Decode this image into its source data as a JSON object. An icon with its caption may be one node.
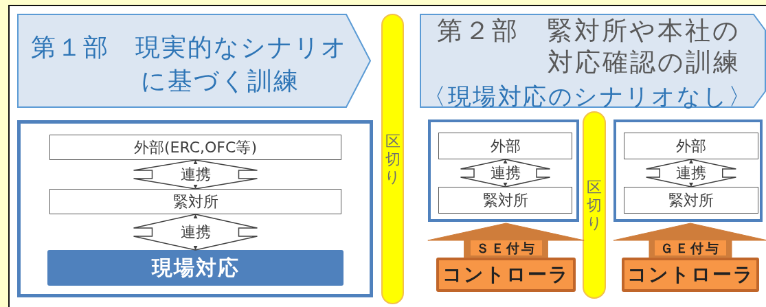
{
  "diagram": {
    "nodes": [
      {
        "text": [
          "第１部　現実的なシナリオに基づく訓練"
        ]
      },
      {
        "text": [
          "第２部　緊対所や本社の対応確認の訓練",
          "〈現場対応のシナリオなし〉"
        ]
      },
      {
        "text": [
          "区切り"
        ]
      },
      {
        "text": [],
        "shape": "box"
      },
      {
        "text": [
          "外部(ERC,OFC等)"
        ],
        "in": 3
      },
      {
        "text": [
          "緊対所"
        ],
        "in": 3
      },
      {
        "text": [
          "現場対応"
        ],
        "in": 3
      },
      {
        "text": [],
        "shape": "box"
      },
      {
        "text": [
          "外部"
        ],
        "in": 7
      },
      {
        "text": [
          "緊対所"
        ],
        "in": 7
      },
      {
        "text": [
          "区切り"
        ]
      },
      {
        "text": [],
        "shape": "box"
      },
      {
        "text": [
          "外部"
        ],
        "in": 11
      },
      {
        "text": [
          "緊対所"
        ],
        "in": 11
      },
      {
        "text": [
          "コントローラ"
        ]
      },
      {
        "text": [
          "コントローラ"
        ]
      }
    ],
    "edges": [
      {
        "from": 4,
        "to": 5,
        "arrow": "both",
        "label": "連携"
      },
      {
        "from": 5,
        "to": 6,
        "arrow": "both",
        "label": "連携"
      },
      {
        "from": 8,
        "to": 9,
        "arrow": "both",
        "label": "連携"
      },
      {
        "from": 12,
        "to": 13,
        "arrow": "both",
        "label": "連携"
      },
      {
        "from": 14,
        "to": 7,
        "arrow": "to",
        "label": "ＳＥ付与",
        "style": "thick",
        "color": "#cf7d3b"
      },
      {
        "from": 15,
        "to": 11,
        "arrow": "to",
        "label": "ＧＥ付与",
        "style": "thick",
        "color": "#cf7d3b"
      }
    ]
  }
}
